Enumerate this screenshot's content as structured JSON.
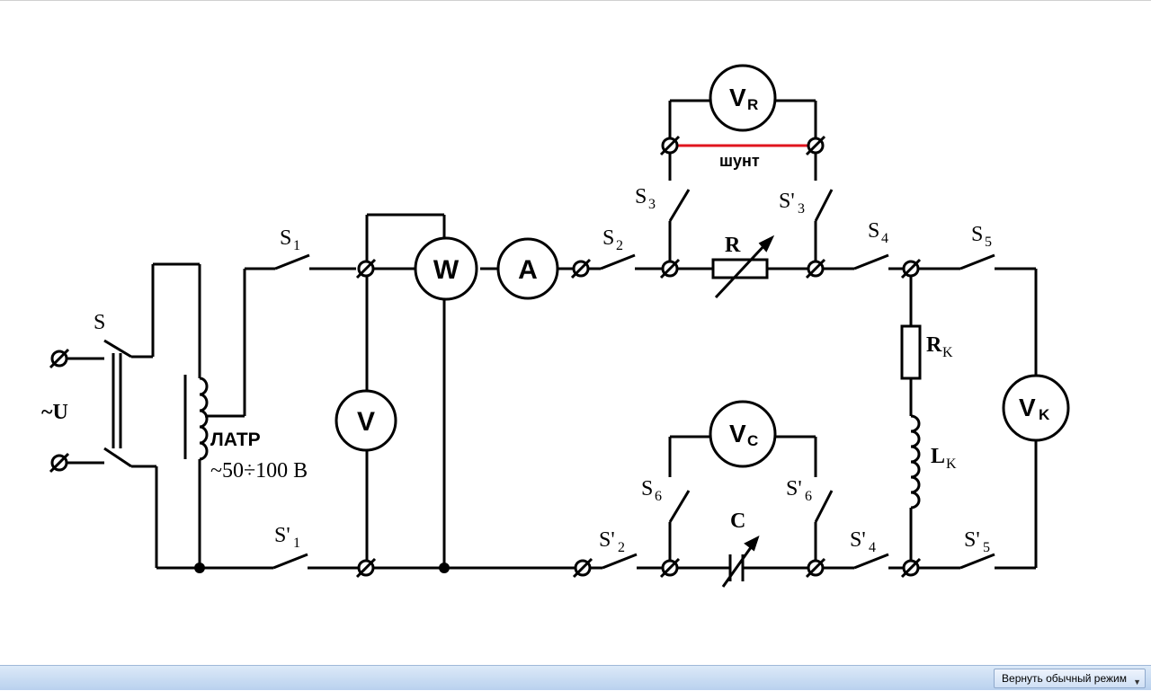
{
  "diagram": {
    "labels": {
      "S": "S",
      "U": "~U",
      "latr": "ЛАТР",
      "latr_range": "~50÷100 В",
      "S1": "S",
      "S1_sub": "1",
      "S1p": "S'",
      "S1p_sub": "1",
      "S2": "S",
      "S2_sub": "2",
      "S2p": "S'",
      "S2p_sub": "2",
      "S3": "S",
      "S3_sub": "3",
      "S3p": "S'",
      "S3p_sub": "3",
      "S4": "S",
      "S4_sub": "4",
      "S4p": "S'",
      "S4p_sub": "4",
      "S5": "S",
      "S5_sub": "5",
      "S5p": "S'",
      "S5p_sub": "5",
      "S6": "S",
      "S6_sub": "6",
      "S6p": "S'",
      "S6p_sub": "6",
      "R": "R",
      "C": "C",
      "RK": "R",
      "RK_sub": "K",
      "LK": "L",
      "LK_sub": "K",
      "shunt": "шунт"
    },
    "meters": {
      "W": "W",
      "A": "A",
      "V": "V",
      "VR": "V",
      "VR_sub": "R",
      "VC": "V",
      "VC_sub": "C",
      "VK": "V",
      "VK_sub": "K"
    },
    "colors": {
      "wire": "#000000",
      "shunt": "#e0141e"
    }
  },
  "taskbar": {
    "restore_label": "Вернуть обычный режим"
  }
}
